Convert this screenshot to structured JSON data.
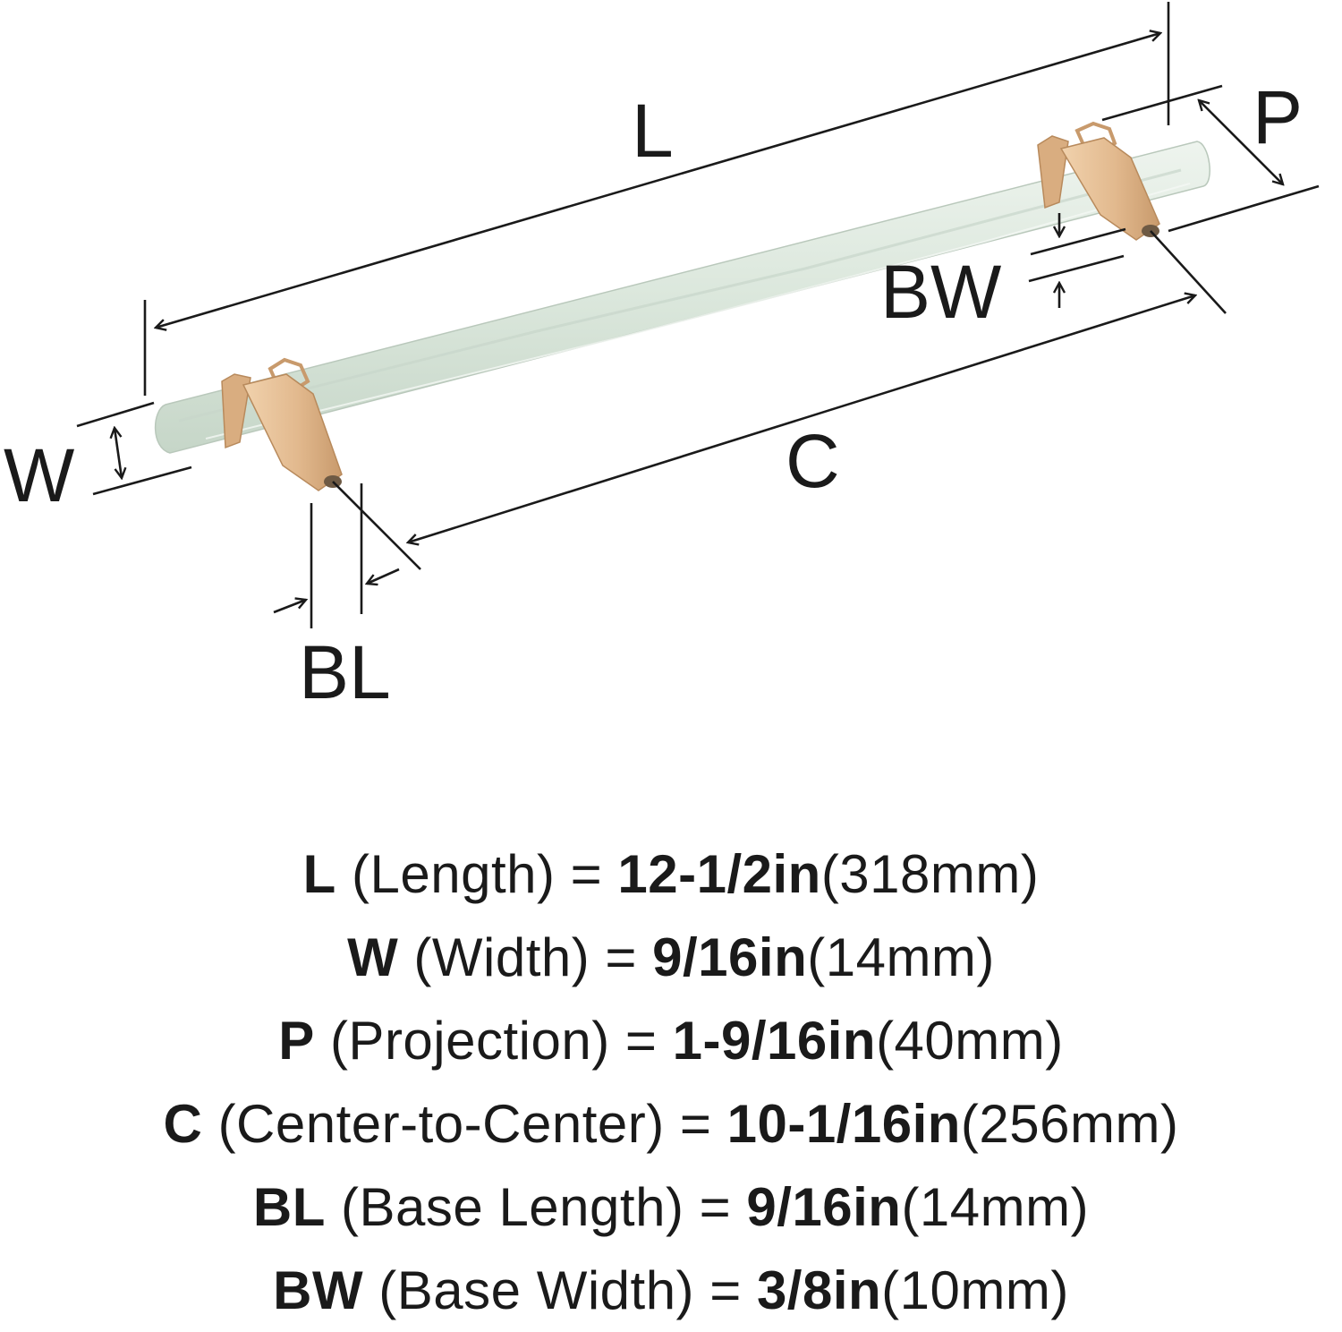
{
  "diagram": {
    "labels": {
      "L": "L",
      "P": "P",
      "BW": "BW",
      "W": "W",
      "C": "C",
      "BL": "BL"
    },
    "colors": {
      "handle": "#dfe9df",
      "handle_shadow": "#c3d2c5",
      "post": "#e2b98e",
      "post_dark": "#c89a6c",
      "line": "#1a1a1a"
    },
    "icons": [
      "arrow-icon"
    ]
  },
  "specs": [
    {
      "code": "L",
      "name": "(Length)",
      "eq": "=",
      "imperial": "12-1/2in",
      "metric": "(318mm)"
    },
    {
      "code": "W",
      "name": "(Width)",
      "eq": "=",
      "imperial": "9/16in",
      "metric": "(14mm)"
    },
    {
      "code": "P",
      "name": "(Projection)",
      "eq": "=",
      "imperial": "1-9/16in",
      "metric": "(40mm)"
    },
    {
      "code": "C",
      "name": "(Center-to-Center)",
      "eq": "=",
      "imperial": "10-1/16in",
      "metric": "(256mm)"
    },
    {
      "code": "BL",
      "name": "(Base Length)",
      "eq": "=",
      "imperial": "9/16in",
      "metric": "(14mm)"
    },
    {
      "code": "BW",
      "name": "(Base Width)",
      "eq": "=",
      "imperial": "3/8in",
      "metric": "(10mm)"
    }
  ]
}
